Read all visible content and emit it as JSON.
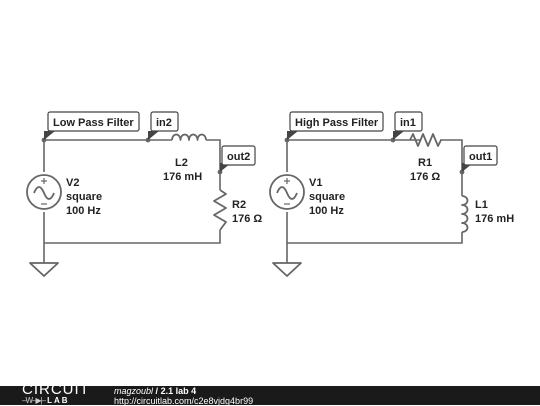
{
  "circuits": {
    "low_pass": {
      "filter_label": "Low Pass Filter",
      "in_label": "in2",
      "out_label": "out2",
      "source": {
        "name": "V2",
        "waveform": "square",
        "freq": "100 Hz"
      },
      "inductor": {
        "name": "L2",
        "value": "176 mH"
      },
      "resistor": {
        "name": "R2",
        "value": "176 Ω"
      }
    },
    "high_pass": {
      "filter_label": "High Pass Filter",
      "in_label": "in1",
      "out_label": "out1",
      "source": {
        "name": "V1",
        "waveform": "square",
        "freq": "100 Hz"
      },
      "resistor": {
        "name": "R1",
        "value": "176 Ω"
      },
      "inductor": {
        "name": "L1",
        "value": "176 mH"
      }
    }
  },
  "footer": {
    "logo_top": "CIRCUIT",
    "logo_symbol": "–W–▶|–",
    "logo_bottom": "LAB",
    "author": "magzoubl",
    "separator": "/",
    "title": "2.1 lab 4",
    "url": "http://circuitlab.com/c2e8vjdg4br99"
  },
  "colors": {
    "wire": "#666666",
    "footer_bg": "#1a1a1a",
    "text": "#222222"
  }
}
